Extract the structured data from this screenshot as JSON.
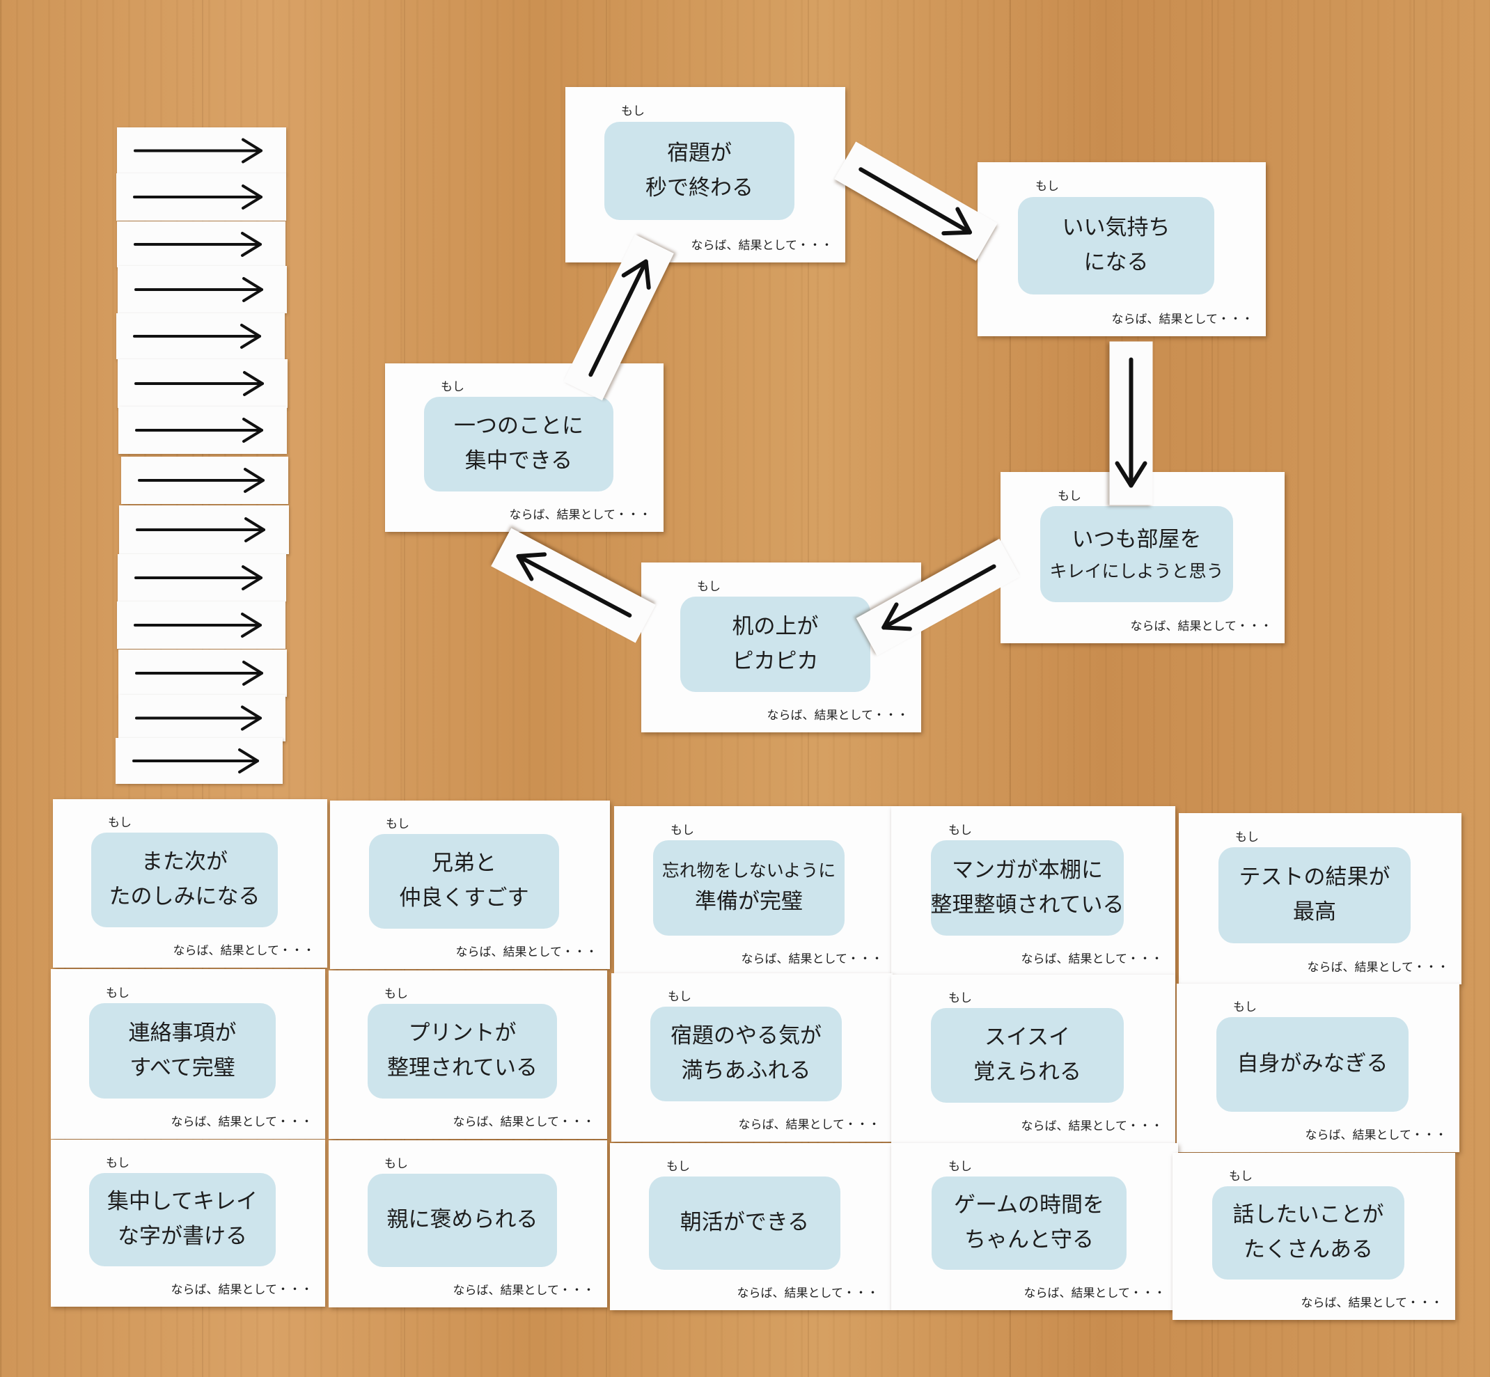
{
  "card_prefix": "もし",
  "card_suffix": "ならば、結果として・・・",
  "cycle_cards": [
    {
      "id": "homework-fast",
      "lines": [
        "宿題が",
        "秒で終わる"
      ]
    },
    {
      "id": "feel-good",
      "lines": [
        "いい気持ち",
        "になる"
      ]
    },
    {
      "id": "clean-room",
      "lines": [
        "いつも部屋を",
        "キレイにしようと思う"
      ]
    },
    {
      "id": "desk-clean",
      "lines": [
        "机の上が",
        "ピカピカ"
      ]
    },
    {
      "id": "focus",
      "lines": [
        "一つのことに",
        "集中できる"
      ]
    }
  ],
  "grid_cards": [
    {
      "id": "look-forward",
      "lines": [
        "また次が",
        "たのしみになる"
      ]
    },
    {
      "id": "siblings",
      "lines": [
        "兄弟と",
        "仲良くすごす"
      ]
    },
    {
      "id": "prepared",
      "lines": [
        "忘れ物をしないように",
        "準備が完璧"
      ]
    },
    {
      "id": "manga",
      "lines": [
        "マンガが本棚に",
        "整理整頓されている"
      ]
    },
    {
      "id": "test",
      "lines": [
        "テストの結果が",
        "最高"
      ]
    },
    {
      "id": "notices",
      "lines": [
        "連絡事項が",
        "すべて完璧"
      ]
    },
    {
      "id": "prints",
      "lines": [
        "プリントが",
        "整理されている"
      ]
    },
    {
      "id": "motivation",
      "lines": [
        "宿題のやる気が",
        "満ちあふれる"
      ]
    },
    {
      "id": "memorize",
      "lines": [
        "スイスイ",
        "覚えられる"
      ]
    },
    {
      "id": "confidence",
      "lines": [
        "自身がみなぎる"
      ]
    },
    {
      "id": "handwriting",
      "lines": [
        "集中してキレイ",
        "な字が書ける"
      ]
    },
    {
      "id": "praised",
      "lines": [
        "親に褒められる"
      ]
    },
    {
      "id": "morning",
      "lines": [
        "朝活ができる"
      ]
    },
    {
      "id": "game-time",
      "lines": [
        "ゲームの時間を",
        "ちゃんと守る"
      ]
    },
    {
      "id": "talk",
      "lines": [
        "話したいことが",
        "たくさんある"
      ]
    }
  ],
  "arrow_stack_count": 14,
  "colors": {
    "panel": "#cde4ec",
    "card": "#fdfdfd",
    "ink": "#1d1d1d",
    "wood": "#d29a5c"
  }
}
